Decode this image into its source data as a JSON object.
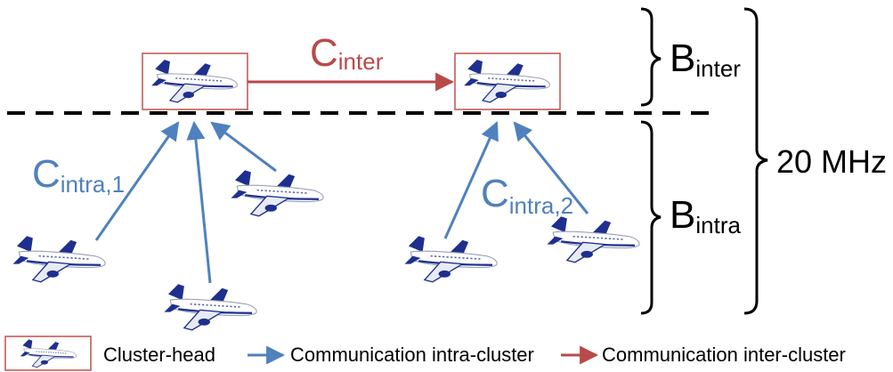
{
  "labels": {
    "c_inter": {
      "main": "C",
      "sub": "inter"
    },
    "c_intra_1": {
      "main": "C",
      "sub": "intra,1"
    },
    "c_intra_2": {
      "main": "C",
      "sub": "intra,2"
    },
    "b_inter": {
      "main": "B",
      "sub": "inter"
    },
    "b_intra": {
      "main": "B",
      "sub": "intra"
    },
    "total_bandwidth": "20 MHz"
  },
  "legend": {
    "cluster_head": "Cluster-head",
    "intra_cluster": "Communication intra-cluster",
    "inter_cluster": "Communication inter-cluster"
  },
  "colors": {
    "inter": "#b94a48",
    "intra": "#4f81bd",
    "box": "#c0504d",
    "plane_body": "#ffffff",
    "plane_accent": "#1f2f8f",
    "divider": "#000000"
  },
  "icons": {
    "aircraft": "airplane-icon"
  }
}
